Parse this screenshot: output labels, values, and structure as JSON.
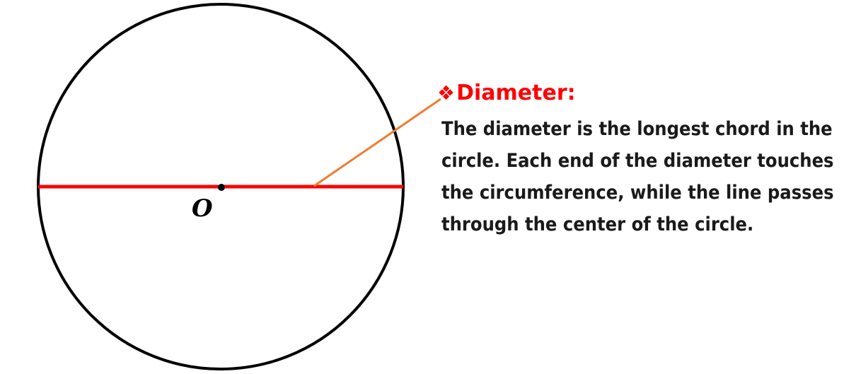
{
  "colors": {
    "circle": "#000000",
    "diameter": "#ff0000",
    "pointer": "#ed7d31",
    "heading": "#ff0000",
    "body_text": "#1a1a1a",
    "center_point": "#000000"
  },
  "center_label": "O",
  "callout": {
    "bullet_icon": "diamond-four-bullet-icon",
    "bullet_glyph": "❖",
    "heading": "Diameter:",
    "body": "The diameter is the longest chord in the circle. Each end of the diameter touches the circumference, while the line passes through the center of the circle."
  }
}
